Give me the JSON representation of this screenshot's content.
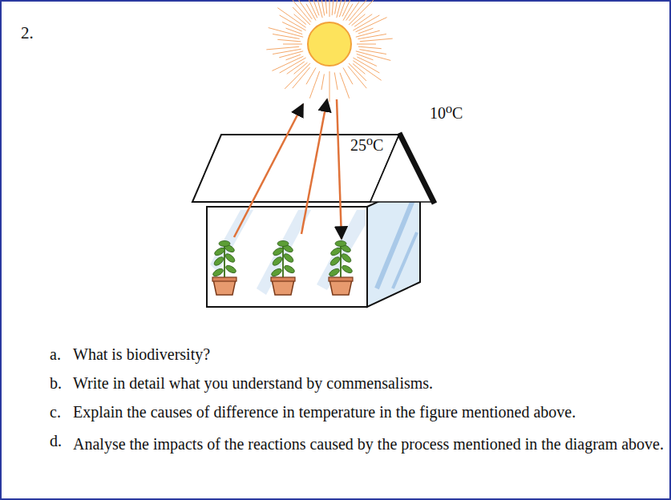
{
  "diagram": {
    "labels": [
      "2.",
      "10⁰C",
      "25⁰C",
      "a.",
      "What is biodiversity?",
      "b.",
      "Write in detail what you understand by commensalisms.",
      "c.",
      "Explain the causes of difference in temperature in the figure mentioned above.",
      "d.",
      "Analyse the impacts of the reactions caused by the process mentioned in the diagram above."
    ]
  }
}
